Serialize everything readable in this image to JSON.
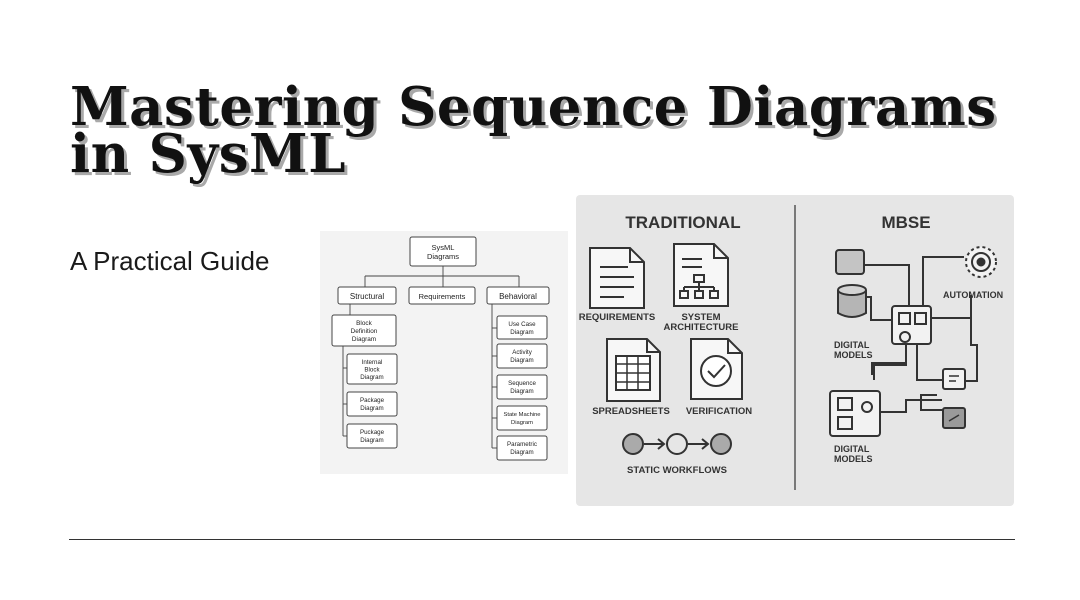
{
  "slide": {
    "title": "Mastering Sequence Diagrams in SysML",
    "subtitle": "A Practical Guide"
  },
  "sysml_tree": {
    "root": "SysML Diagrams",
    "structural": "Structural",
    "requirements": "Requirements",
    "behavioral": "Behavioral",
    "block_definition": "Block Definition Diagram",
    "internal_block": "Internal Block Diagram",
    "package_1": "Package Diagram",
    "package_2": "Puckage Diagram",
    "use_case": "Use Case Diagram",
    "activity": "Activity Diagram",
    "sequence": "Sequence Diagram",
    "state_machine": "State Machine Diagram",
    "parametric": "Parametric Diagram"
  },
  "comparison": {
    "traditional_heading": "TRADITIONAL",
    "mbse_heading": "MBSE",
    "requirements": "REQUIREMENTS",
    "system_architecture_1": "SYSTEM",
    "system_architecture_2": "ARCHITECTURE",
    "spreadsheets": "SPREADSHEETS",
    "verification": "VERIFICATION",
    "static_workflows": "STATIC WORKFLOWS",
    "automation": "AUTOMATION",
    "digital_models_top_1": "DIGITAL",
    "digital_models_top_2": "MODELS",
    "digital_models_bottom_1": "DIGITAL",
    "digital_models_bottom_2": "MODELS"
  },
  "icons": [
    "document-icon",
    "hierarchy-document-icon",
    "spreadsheet-icon",
    "checkmark-document-icon",
    "gear-icon",
    "database-icon",
    "workflow-arrow-icon"
  ],
  "colors": {
    "panel_bg": "#e6e6e6",
    "ink": "#333333",
    "shadow": "#a9a9a9"
  }
}
